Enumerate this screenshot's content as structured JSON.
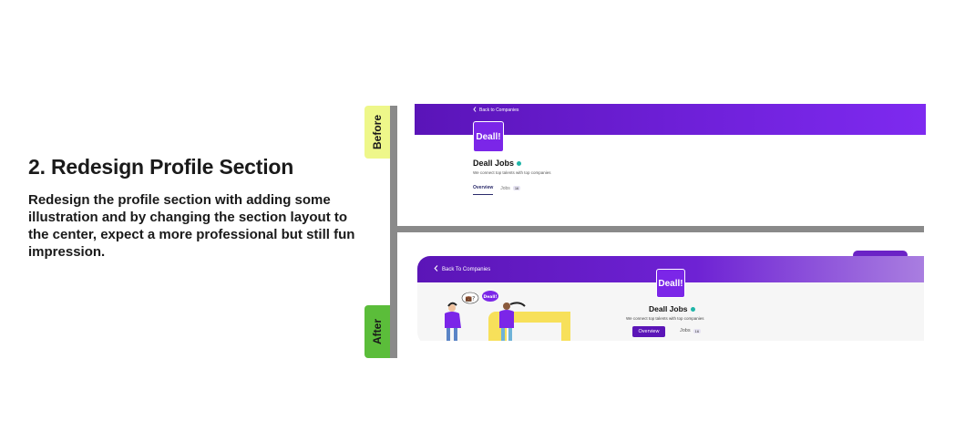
{
  "section": {
    "title": "2. Redesign Profile Section",
    "description": "Redesign the profile section with adding some illustration and by changing the section layout to the center, expect a more professional but still fun impression."
  },
  "labels": {
    "before": "Before",
    "after": "After"
  },
  "before_ui": {
    "back_link": "Back to Companies",
    "logo_text": "Deall!",
    "company_name": "Deall Jobs",
    "tagline": "We connect top talents with top companies",
    "tabs": [
      {
        "label": "Overview",
        "active": true
      },
      {
        "label": "Jobs",
        "badge": "16",
        "active": false
      }
    ]
  },
  "after_ui": {
    "back_link": "Back To Companies",
    "logo_text": "Deall!",
    "company_name": "Deall Jobs",
    "tagline": "We connect top talents with top companies",
    "overview_button": "Overview",
    "jobs_tab": {
      "label": "Jobs",
      "badge": "16"
    },
    "illustration": {
      "bubble_left": "💼?",
      "bubble_right": "Deall!"
    }
  },
  "colors": {
    "brand_purple": "#6d1fd6",
    "verified": "#1fb5a8",
    "before_tag": "#eef78a",
    "after_tag": "#5bbd3a",
    "frame": "#8a8a8a"
  }
}
